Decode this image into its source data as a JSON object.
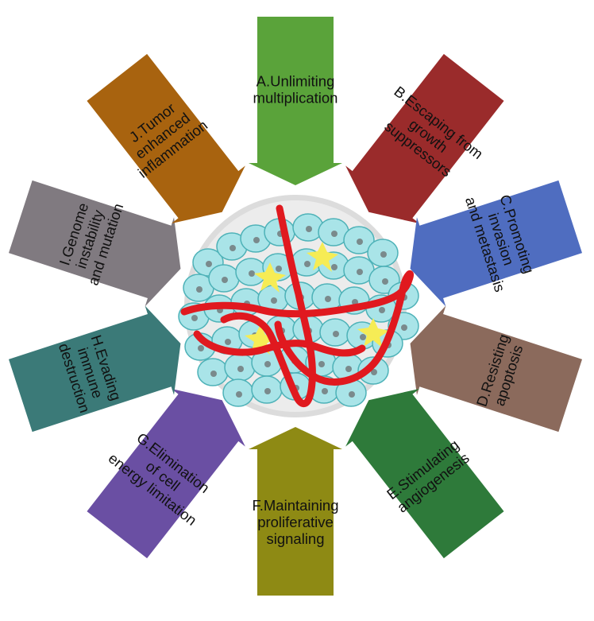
{
  "hallmarks": [
    {
      "id": "A",
      "label": "A.Unlimiting multiplication",
      "lines": [
        "A.Unlimiting",
        "multiplication"
      ],
      "color": "#5aa33a"
    },
    {
      "id": "B",
      "label": "B.Escaping from growth suppressors",
      "lines": [
        "B.Escaping from",
        "growth",
        "suppressors"
      ],
      "color": "#9a2b2b"
    },
    {
      "id": "C",
      "label": "C.Promoting invasion and metastasis",
      "lines": [
        "C.Promoting",
        "invasion",
        "and metastasis"
      ],
      "color": "#4f6dc0"
    },
    {
      "id": "D",
      "label": "D.Resisting apoptosis",
      "lines": [
        "D.Resisting",
        "apoptosis"
      ],
      "color": "#8b6a5c"
    },
    {
      "id": "E",
      "label": "E.Stimulating angiogenesis",
      "lines": [
        "E.Stimulating",
        "angiogenesis"
      ],
      "color": "#2e7a3a"
    },
    {
      "id": "F",
      "label": "F.Maintaining proliferative signaling",
      "lines": [
        "F.Maintaining",
        "proliferative",
        "signaling"
      ],
      "color": "#8e8a14"
    },
    {
      "id": "G",
      "label": "G.Elimination of cell energy limitation",
      "lines": [
        "G.Elimination",
        "of cell",
        "energy limitation"
      ],
      "color": "#6a4fa3"
    },
    {
      "id": "H",
      "label": "H.Evading immune destruction",
      "lines": [
        "H.Evading",
        "immune",
        "destruction"
      ],
      "color": "#3b7a78"
    },
    {
      "id": "I",
      "label": "I.Genome instability and mutation",
      "lines": [
        "I.Genome",
        "instability",
        "and mutation"
      ],
      "color": "#807a80"
    },
    {
      "id": "J",
      "label": "J.Tumor enhanced inflammation",
      "lines": [
        "J.Tumor",
        "enhanced",
        "inflammation"
      ],
      "color": "#a8630f"
    }
  ]
}
